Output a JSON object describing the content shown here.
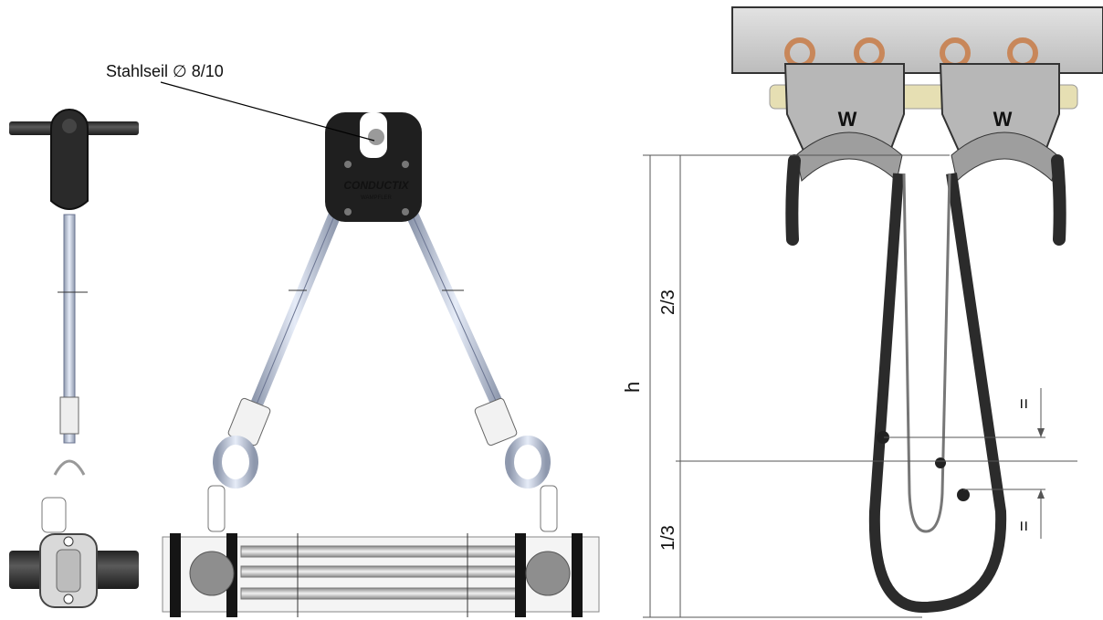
{
  "labels": {
    "callout": "Stahlseil ∅ 8/10",
    "brand_line1": "CONDUCTIX",
    "brand_line2": "WAMPFLER",
    "dim_total": "h",
    "dim_upper": "2/3",
    "dim_lower": "1/3",
    "equal_top": "=",
    "equal_bottom": "=",
    "trolley_mark": "W"
  },
  "colors": {
    "cable": "#2b2b2b",
    "steel": "#c9d2e6",
    "clamp": "#222222",
    "metal": "#bdbdbd",
    "beam": "#cfcfcf",
    "brass": "#e3dcb0",
    "copper": "#c8875a",
    "dimension": "#555555"
  }
}
